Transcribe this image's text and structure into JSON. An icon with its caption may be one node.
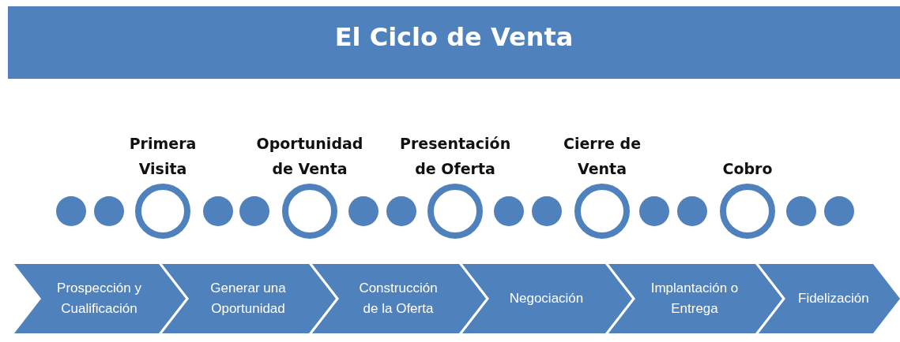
{
  "diagram": {
    "title": "El Ciclo de Venta",
    "nodes": [
      {
        "text": [],
        "shape": "circle"
      },
      {
        "text": [],
        "shape": "circle"
      },
      {
        "text": [
          "Primera Visita"
        ]
      },
      {
        "text": [],
        "shape": "circle"
      },
      {
        "text": [],
        "shape": "circle"
      },
      {
        "text": [
          "Oportunidad de Venta"
        ]
      },
      {
        "text": [],
        "shape": "circle"
      },
      {
        "text": [],
        "shape": "circle"
      },
      {
        "text": [
          "Presentación de Oferta"
        ]
      },
      {
        "text": [],
        "shape": "circle"
      },
      {
        "text": [],
        "shape": "circle"
      },
      {
        "text": [
          "Cierre de Venta"
        ]
      },
      {
        "text": [],
        "shape": "circle"
      },
      {
        "text": [],
        "shape": "circle"
      },
      {
        "text": [
          "Cobro"
        ]
      },
      {
        "text": [],
        "shape": "circle"
      },
      {
        "text": [],
        "shape": "circle"
      },
      {
        "text": [
          "Prospección y Cualificación"
        ]
      },
      {
        "text": [
          "Generar una Oportunidad"
        ]
      },
      {
        "text": [
          "Construcción de la Oferta"
        ]
      },
      {
        "text": [
          "Negociación"
        ]
      },
      {
        "text": [
          "Implantación o Entrega"
        ]
      },
      {
        "text": [
          "Fidelización"
        ]
      }
    ],
    "edges": []
  }
}
